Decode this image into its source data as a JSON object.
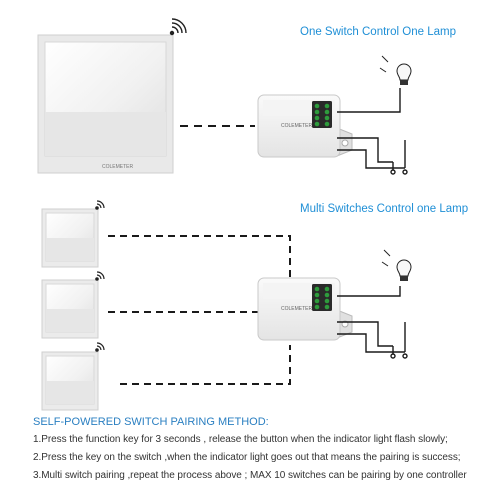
{
  "titles": {
    "single": "One Switch Control One Lamp",
    "multi": "Multi Switches Control one Lamp"
  },
  "brand": "COLEMETER",
  "method": {
    "heading": "SELF-POWERED SWITCH PAIRING METHOD:",
    "steps": [
      "1.Press the function key for 3 seconds , release the button when the indicator light flash slowly;",
      "2.Press the key on the switch ,when the indicator light goes out that means the pairing is success;",
      "3.Multi switch pairing ,repeat the process above ; MAX 10 switches can be pairing by one controller"
    ]
  },
  "colors": {
    "title": "#1f8fd6",
    "heading": "#2a7fc1",
    "text": "#333333",
    "led": "#2e9b3c",
    "line": "#1a1a1a"
  }
}
